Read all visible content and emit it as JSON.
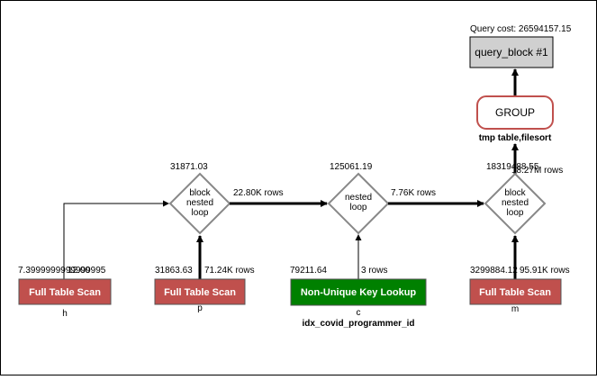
{
  "query_cost_label": "Query cost: 26594157.15",
  "query_block": {
    "label": "query_block #1",
    "color": "#d0d0d0"
  },
  "group": {
    "label": "GROUP",
    "note": "tmp table,filesort",
    "border_color": "#c0504d"
  },
  "nested_loops": [
    {
      "id": "nl1",
      "lines": [
        "block",
        "nested",
        "loop"
      ],
      "cost": "31871.03"
    },
    {
      "id": "nl2",
      "lines": [
        "nested",
        "loop"
      ],
      "cost": "125061.19"
    },
    {
      "id": "nl3",
      "lines": [
        "block",
        "nested",
        "loop"
      ],
      "cost": "18319488.55"
    }
  ],
  "edges": {
    "nl1_to_nl2_rows": "22.80K rows",
    "nl2_to_nl3_rows": "7.76K rows",
    "nl3_to_group_rows": "18.27M rows",
    "p_rows": "71.24K rows",
    "c_rows": "3 rows",
    "m_rows": "95.91K rows"
  },
  "tables": [
    {
      "id": "h",
      "label": "Full Table Scan",
      "cost": "7.3999999999999995",
      "cost_overlay": "12.00",
      "alias": "h",
      "color": "#c0504d"
    },
    {
      "id": "p",
      "label": "Full Table Scan",
      "cost": "31863.63",
      "alias": "p",
      "color": "#c0504d"
    },
    {
      "id": "c",
      "label": "Non-Unique Key Lookup",
      "cost": "79211.64",
      "alias": "c",
      "index": "idx_covid_programmer_id",
      "color": "#008000"
    },
    {
      "id": "m",
      "label": "Full Table Scan",
      "cost": "3299884.12",
      "alias": "m",
      "color": "#c0504d"
    }
  ]
}
